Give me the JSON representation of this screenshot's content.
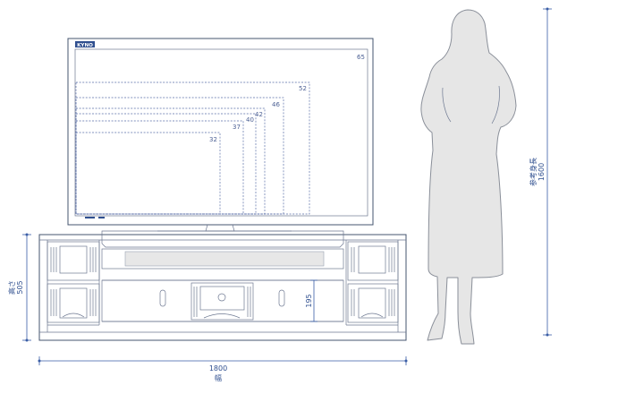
{
  "brand_logo": "KYNO",
  "tv_sizes": [
    "65",
    "52",
    "46",
    "42",
    "40",
    "37",
    "32"
  ],
  "dimensions": {
    "width_value": "1800",
    "width_label": "幅",
    "height_label": "高さ",
    "height_value": "505",
    "inner_height": "195",
    "person_label": "参考身長",
    "person_height": "1600"
  }
}
